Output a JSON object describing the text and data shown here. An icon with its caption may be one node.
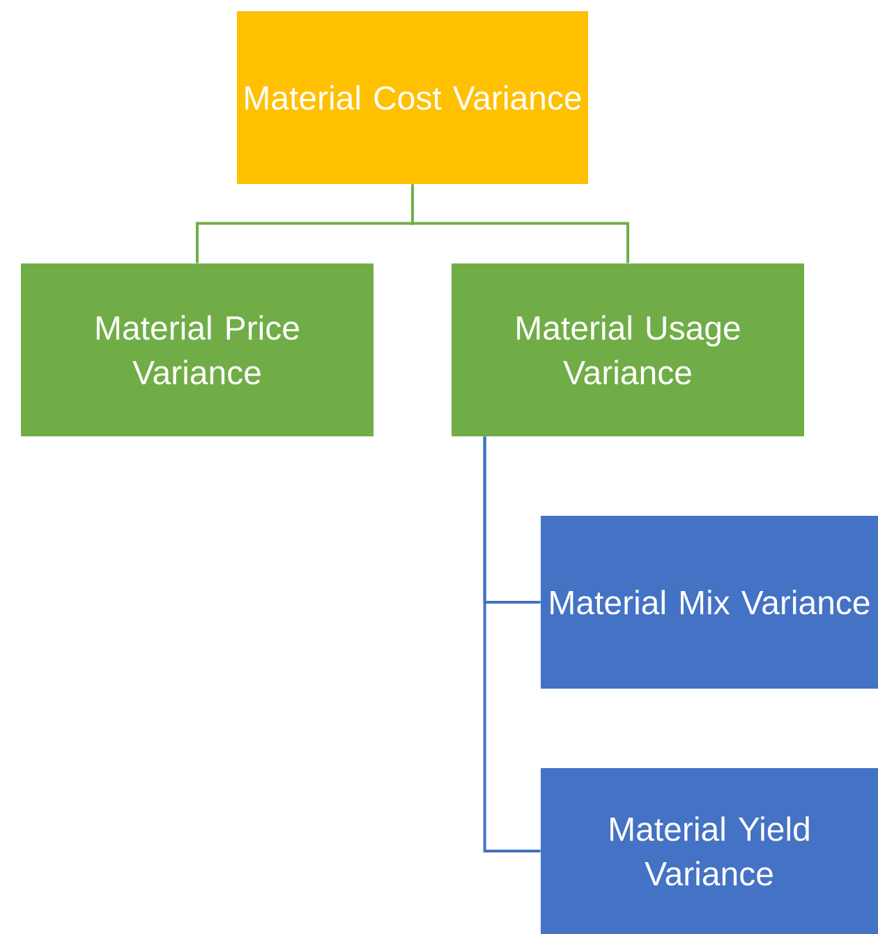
{
  "diagram": {
    "nodes": [
      {
        "text": [
          "Material Cost Variance"
        ]
      },
      {
        "text": [
          "Material Price Variance"
        ]
      },
      {
        "text": [
          "Material Usage Variance"
        ]
      },
      {
        "text": [
          "Material Mix Variance"
        ]
      },
      {
        "text": [
          "Material Yield Variance"
        ]
      }
    ],
    "edges": [
      {
        "from": 0,
        "to": 1,
        "arrow": "none",
        "color": "#70ad47"
      },
      {
        "from": 0,
        "to": 2,
        "arrow": "none",
        "color": "#70ad47"
      },
      {
        "from": 2,
        "to": 3,
        "arrow": "none",
        "color": "#4472c4"
      },
      {
        "from": 2,
        "to": 4,
        "arrow": "none",
        "color": "#4472c4"
      }
    ]
  }
}
